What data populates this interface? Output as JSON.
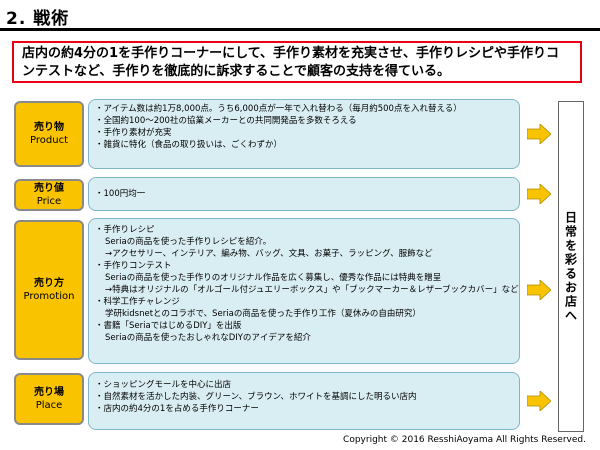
{
  "title": "2. 戦術",
  "headline": "店内の約4分の1を手作りコーナーにして、手作り素材を充実させ、手作りレシピや手作りコンテストなど、手作りを徹底的に訴求することで顧客の支持を得ている。",
  "rows": [
    {
      "label_jp": "売り物",
      "label_en": "Product",
      "lines": [
        "・アイテム数は約1万8,000点。うち6,000点が一年で入れ替わる（毎月約500点を入れ替える）",
        "・全国約100～200社の協業メーカーとの共同開発品を多数そろえる",
        "・手作り素材が充実",
        "・雑貨に特化（食品の取り扱いは、ごくわずか）"
      ]
    },
    {
      "label_jp": "売り値",
      "label_en": "Price",
      "lines": [
        "・100円均一"
      ]
    },
    {
      "label_jp": "売り方",
      "label_en": "Promotion",
      "lines": [
        "・手作りレシピ",
        "Seriaの商品を使った手作りレシピを紹介。",
        "→アクセサリー、インテリア、編み物、バッグ、文具、お菓子、ラッピング、服飾など",
        "・手作りコンテスト",
        "Seriaの商品を使った手作りのオリジナル作品を広く募集し、優秀な作品には特典を贈呈",
        "→特典はオリジナルの「オルゴール付ジュエリーボックス」や「ブックマーカー＆レザーブックカバー」など",
        "・科学工作チャレンジ",
        "学研kidsnetとのコラボで、Seriaの商品を使った手作り工作（夏休みの自由研究）",
        "・書籍「SeriaではじめるDIY」を出版",
        "Seriaの商品を使ったおしゃれなDIYのアイデアを紹介"
      ]
    },
    {
      "label_jp": "売り場",
      "label_en": "Place",
      "lines": [
        "・ショッピングモールを中心に出店",
        "・自然素材を活かした内装、グリーン、ブラウン、ホワイトを基調にした明るい店内",
        "・店内の約4分の1を占める手作りコーナー"
      ]
    }
  ],
  "side_label": "日常を彩るお店へ",
  "copyright": "Copyright © 2016 ResshiAoyama All Rights Reserved.",
  "colors": {
    "label_bg": "#f9c300",
    "body_bg": "#d9eef3",
    "headline_border": "#e60012",
    "arrow": "#f9c300"
  }
}
